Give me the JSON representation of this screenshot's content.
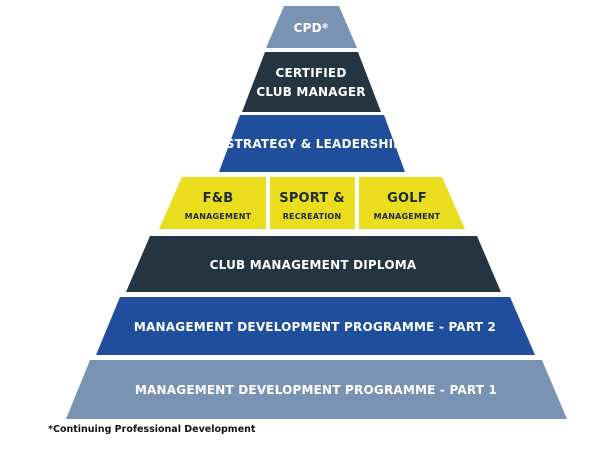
{
  "levels": {
    "cpd": {
      "label": "CPD*",
      "color": "#7b93b3",
      "text_color": "#ffffff"
    },
    "ccm": {
      "line1": "CERTIFIED",
      "line2": "CLUB MANAGER",
      "color": "#243440",
      "text_color": "#ffffff"
    },
    "strategy": {
      "label": "STRATEGY & LEADERSHIP",
      "color": "#1f4f9c",
      "text_color": "#ffffff"
    },
    "fb": {
      "line1": "F&B",
      "line2": "MANAGEMENT",
      "color": "#eadd1d",
      "text_color": "#1e2a33"
    },
    "sport": {
      "line1": "SPORT &",
      "line2": "RECREATION",
      "color": "#eadd1d",
      "text_color": "#1e2a33"
    },
    "golf": {
      "line1": "GOLF",
      "line2": "MANAGEMENT",
      "color": "#eadd1d",
      "text_color": "#1e2a33"
    },
    "diploma": {
      "label": "CLUB MANAGEMENT DIPLOMA",
      "color": "#243440",
      "text_color": "#ffffff"
    },
    "mdp2": {
      "label": "MANAGEMENT DEVELOPMENT PROGRAMME - PART 2",
      "color": "#1f4f9c",
      "text_color": "#ffffff"
    },
    "mdp1": {
      "label": "MANAGEMENT DEVELOPMENT PROGRAMME - PART 1",
      "color": "#7b93b3",
      "text_color": "#ffffff"
    }
  },
  "footnote": "*Continuing Professional Development"
}
